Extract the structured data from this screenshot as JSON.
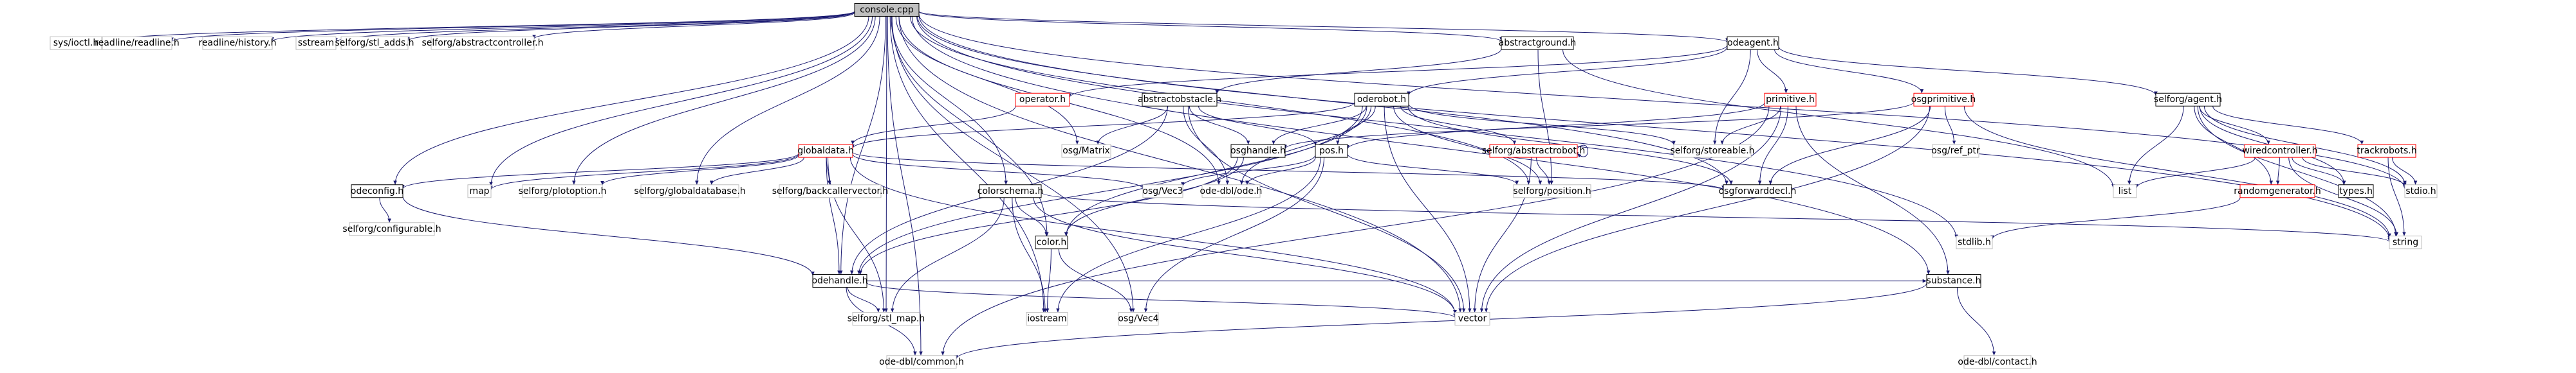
{
  "diagram": {
    "nodes": [
      {
        "id": "console",
        "label": "console.cpp",
        "style": "root"
      },
      {
        "id": "sysioctl",
        "label": "sys/ioctl.h",
        "style": "system"
      },
      {
        "id": "readline",
        "label": "readline/readline.h",
        "style": "system"
      },
      {
        "id": "history",
        "label": "readline/history.h",
        "style": "system"
      },
      {
        "id": "sstream",
        "label": "sstream",
        "style": "system"
      },
      {
        "id": "stladds",
        "label": "selforg/stl_adds.h",
        "style": "system"
      },
      {
        "id": "abstractcontroller",
        "label": "selforg/abstractcontroller.h",
        "style": "system"
      },
      {
        "id": "abstractground",
        "label": "abstractground.h",
        "style": "doc"
      },
      {
        "id": "odeagent",
        "label": "odeagent.h",
        "style": "doc"
      },
      {
        "id": "operator",
        "label": "operator.h",
        "style": "red"
      },
      {
        "id": "abstractobstacle",
        "label": "abstractobstacle.h",
        "style": "doc"
      },
      {
        "id": "oderobot",
        "label": "oderobot.h",
        "style": "doc"
      },
      {
        "id": "primitive",
        "label": "primitive.h",
        "style": "red"
      },
      {
        "id": "osgprimitive",
        "label": "osgprimitive.h",
        "style": "red"
      },
      {
        "id": "selforgagent",
        "label": "selforg/agent.h",
        "style": "doc"
      },
      {
        "id": "globaldata",
        "label": "globaldata.h",
        "style": "red"
      },
      {
        "id": "osgmatrix",
        "label": "osg/Matrix",
        "style": "system"
      },
      {
        "id": "osghandle",
        "label": "osghandle.h",
        "style": "doc"
      },
      {
        "id": "posh",
        "label": "pos.h",
        "style": "doc"
      },
      {
        "id": "abstractrobot",
        "label": "selforg/abstractrobot.h",
        "style": "red"
      },
      {
        "id": "storeable",
        "label": "selforg/storeable.h",
        "style": "system"
      },
      {
        "id": "osgref",
        "label": "osg/ref_ptr",
        "style": "system"
      },
      {
        "id": "wiredcontroller",
        "label": "wiredcontroller.h",
        "style": "red"
      },
      {
        "id": "trackrobots",
        "label": "trackrobots.h",
        "style": "red"
      },
      {
        "id": "odeconfig",
        "label": "odeconfig.h",
        "style": "doc"
      },
      {
        "id": "map",
        "label": "map",
        "style": "system"
      },
      {
        "id": "plotoption",
        "label": "selforg/plotoption.h",
        "style": "system"
      },
      {
        "id": "globaldatabase",
        "label": "selforg/globaldatabase.h",
        "style": "system"
      },
      {
        "id": "backcaller",
        "label": "selforg/backcallervector.h",
        "style": "system"
      },
      {
        "id": "colorschema",
        "label": "colorschema.h",
        "style": "doc"
      },
      {
        "id": "osgvec3",
        "label": "osg/Vec3",
        "style": "system"
      },
      {
        "id": "odedeode",
        "label": "ode-dbl/ode.h",
        "style": "system"
      },
      {
        "id": "selforgposition",
        "label": "selforg/position.h",
        "style": "system"
      },
      {
        "id": "osgforwarddecl",
        "label": "osgforwarddecl.h",
        "style": "doc"
      },
      {
        "id": "list",
        "label": "list",
        "style": "system"
      },
      {
        "id": "randomgen",
        "label": "randomgenerator.h",
        "style": "red"
      },
      {
        "id": "typesh",
        "label": "types.h",
        "style": "doc"
      },
      {
        "id": "stdio",
        "label": "stdio.h",
        "style": "system"
      },
      {
        "id": "configurable",
        "label": "selforg/configurable.h",
        "style": "system"
      },
      {
        "id": "colorh",
        "label": "color.h",
        "style": "doc"
      },
      {
        "id": "stdlib",
        "label": "stdlib.h",
        "style": "system"
      },
      {
        "id": "stringh",
        "label": "string",
        "style": "system"
      },
      {
        "id": "odehandle",
        "label": "odehandle.h",
        "style": "doc"
      },
      {
        "id": "substance",
        "label": "substance.h",
        "style": "doc"
      },
      {
        "id": "stlmap",
        "label": "selforg/stl_map.h",
        "style": "system"
      },
      {
        "id": "iostream",
        "label": "iostream",
        "style": "system"
      },
      {
        "id": "osgvec4",
        "label": "osg/Vec4",
        "style": "system"
      },
      {
        "id": "vector",
        "label": "vector",
        "style": "system"
      },
      {
        "id": "odecommon",
        "label": "ode-dbl/common.h",
        "style": "system"
      },
      {
        "id": "odecontact",
        "label": "ode-dbl/contact.h",
        "style": "system"
      }
    ],
    "edges": [
      [
        "console",
        "sysioctl"
      ],
      [
        "console",
        "readline"
      ],
      [
        "console",
        "history"
      ],
      [
        "console",
        "sstream"
      ],
      [
        "console",
        "stladds"
      ],
      [
        "console",
        "abstractcontroller"
      ],
      [
        "console",
        "abstractground"
      ],
      [
        "console",
        "odeagent"
      ],
      [
        "console",
        "odeconfig"
      ],
      [
        "console",
        "map"
      ],
      [
        "console",
        "plotoption"
      ],
      [
        "console",
        "globaldatabase"
      ],
      [
        "console",
        "osgmatrix"
      ],
      [
        "console",
        "colorschema"
      ],
      [
        "console",
        "colorh"
      ],
      [
        "console",
        "odehandle"
      ],
      [
        "console",
        "stlmap"
      ],
      [
        "console",
        "iostream"
      ],
      [
        "console",
        "vector"
      ],
      [
        "console",
        "odecommon"
      ],
      [
        "console",
        "substance"
      ],
      [
        "console",
        "stringh"
      ],
      [
        "console",
        "stdio"
      ],
      [
        "console",
        "stdlib"
      ],
      [
        "console",
        "osgforwarddecl"
      ],
      [
        "console",
        "selforgposition"
      ],
      [
        "console",
        "odedeode"
      ],
      [
        "console",
        "osgvec4"
      ],
      [
        "abstractground",
        "abstractobstacle"
      ],
      [
        "abstractground",
        "list"
      ],
      [
        "abstractground",
        "selforgposition"
      ],
      [
        "odeagent",
        "oderobot"
      ],
      [
        "odeagent",
        "operator"
      ],
      [
        "odeagent",
        "primitive"
      ],
      [
        "odeagent",
        "osgprimitive"
      ],
      [
        "odeagent",
        "selforgagent"
      ],
      [
        "odeagent",
        "storeable"
      ],
      [
        "operator",
        "globaldata"
      ],
      [
        "abstractobstacle",
        "osghandle"
      ],
      [
        "abstractobstacle",
        "posh"
      ],
      [
        "abstractobstacle",
        "osgmatrix"
      ],
      [
        "abstractobstacle",
        "odedeode"
      ],
      [
        "abstractobstacle",
        "odehandle"
      ],
      [
        "abstractobstacle",
        "vector"
      ],
      [
        "oderobot",
        "abstractrobot"
      ],
      [
        "oderobot",
        "osghandle"
      ],
      [
        "oderobot",
        "posh"
      ],
      [
        "oderobot",
        "storeable"
      ],
      [
        "oderobot",
        "odedeode"
      ],
      [
        "oderobot",
        "colorh"
      ],
      [
        "oderobot",
        "osgforwarddecl"
      ],
      [
        "oderobot",
        "odehandle"
      ],
      [
        "oderobot",
        "vector"
      ],
      [
        "oderobot",
        "globaldata"
      ],
      [
        "oderobot",
        "selforgposition"
      ],
      [
        "primitive",
        "posh"
      ],
      [
        "primitive",
        "storeable"
      ],
      [
        "primitive",
        "osgforwarddecl"
      ],
      [
        "primitive",
        "vector"
      ],
      [
        "primitive",
        "substance"
      ],
      [
        "primitive",
        "odecommon"
      ],
      [
        "osgprimitive",
        "osgref"
      ],
      [
        "osgprimitive",
        "osghandle"
      ],
      [
        "osgprimitive",
        "osgforwarddecl"
      ],
      [
        "osgprimitive",
        "stringh"
      ],
      [
        "osgprimitive",
        "vector"
      ],
      [
        "selforgagent",
        "wiredcontroller"
      ],
      [
        "selforgagent",
        "trackrobots"
      ],
      [
        "selforgagent",
        "randomgen"
      ],
      [
        "selforgagent",
        "typesh"
      ],
      [
        "selforgagent",
        "list"
      ],
      [
        "selforgagent",
        "stdio"
      ],
      [
        "selforgagent",
        "stringh"
      ],
      [
        "globaldata",
        "odeconfig"
      ],
      [
        "globaldata",
        "map"
      ],
      [
        "globaldata",
        "plotoption"
      ],
      [
        "globaldata",
        "globaldatabase"
      ],
      [
        "globaldata",
        "backcaller"
      ],
      [
        "globaldata",
        "osgvec3"
      ],
      [
        "globaldata",
        "odehandle"
      ],
      [
        "globaldata",
        "stlmap"
      ],
      [
        "globaldata",
        "vector"
      ],
      [
        "globaldata",
        "osgforwarddecl"
      ],
      [
        "osghandle",
        "colorh"
      ],
      [
        "osghandle",
        "odehandle"
      ],
      [
        "posh",
        "osgvec3"
      ],
      [
        "posh",
        "odedeode"
      ],
      [
        "posh",
        "selforgposition"
      ],
      [
        "posh",
        "iostream"
      ],
      [
        "posh",
        "osgvec4"
      ],
      [
        "abstractrobot",
        "abstractrobot"
      ],
      [
        "abstractrobot",
        "selforgposition"
      ],
      [
        "abstractrobot",
        "vector"
      ],
      [
        "wiredcontroller",
        "list"
      ],
      [
        "wiredcontroller",
        "randomgen"
      ],
      [
        "wiredcontroller",
        "stdio"
      ],
      [
        "wiredcontroller",
        "stringh"
      ],
      [
        "wiredcontroller",
        "typesh"
      ],
      [
        "trackrobots",
        "stdio"
      ],
      [
        "trackrobots",
        "stringh"
      ],
      [
        "odeconfig",
        "configurable"
      ],
      [
        "odeconfig",
        "odehandle"
      ],
      [
        "colorschema",
        "colorh"
      ],
      [
        "colorschema",
        "stlmap"
      ],
      [
        "colorschema",
        "iostream"
      ],
      [
        "colorschema",
        "stringh"
      ],
      [
        "colorschema",
        "vector"
      ],
      [
        "colorh",
        "osgvec4"
      ],
      [
        "colorh",
        "iostream"
      ],
      [
        "randomgen",
        "stdlib"
      ],
      [
        "odehandle",
        "stlmap"
      ],
      [
        "odehandle",
        "odecommon"
      ],
      [
        "odehandle",
        "substance"
      ],
      [
        "odehandle",
        "vector"
      ],
      [
        "substance",
        "odecommon"
      ],
      [
        "substance",
        "odecontact"
      ]
    ]
  }
}
